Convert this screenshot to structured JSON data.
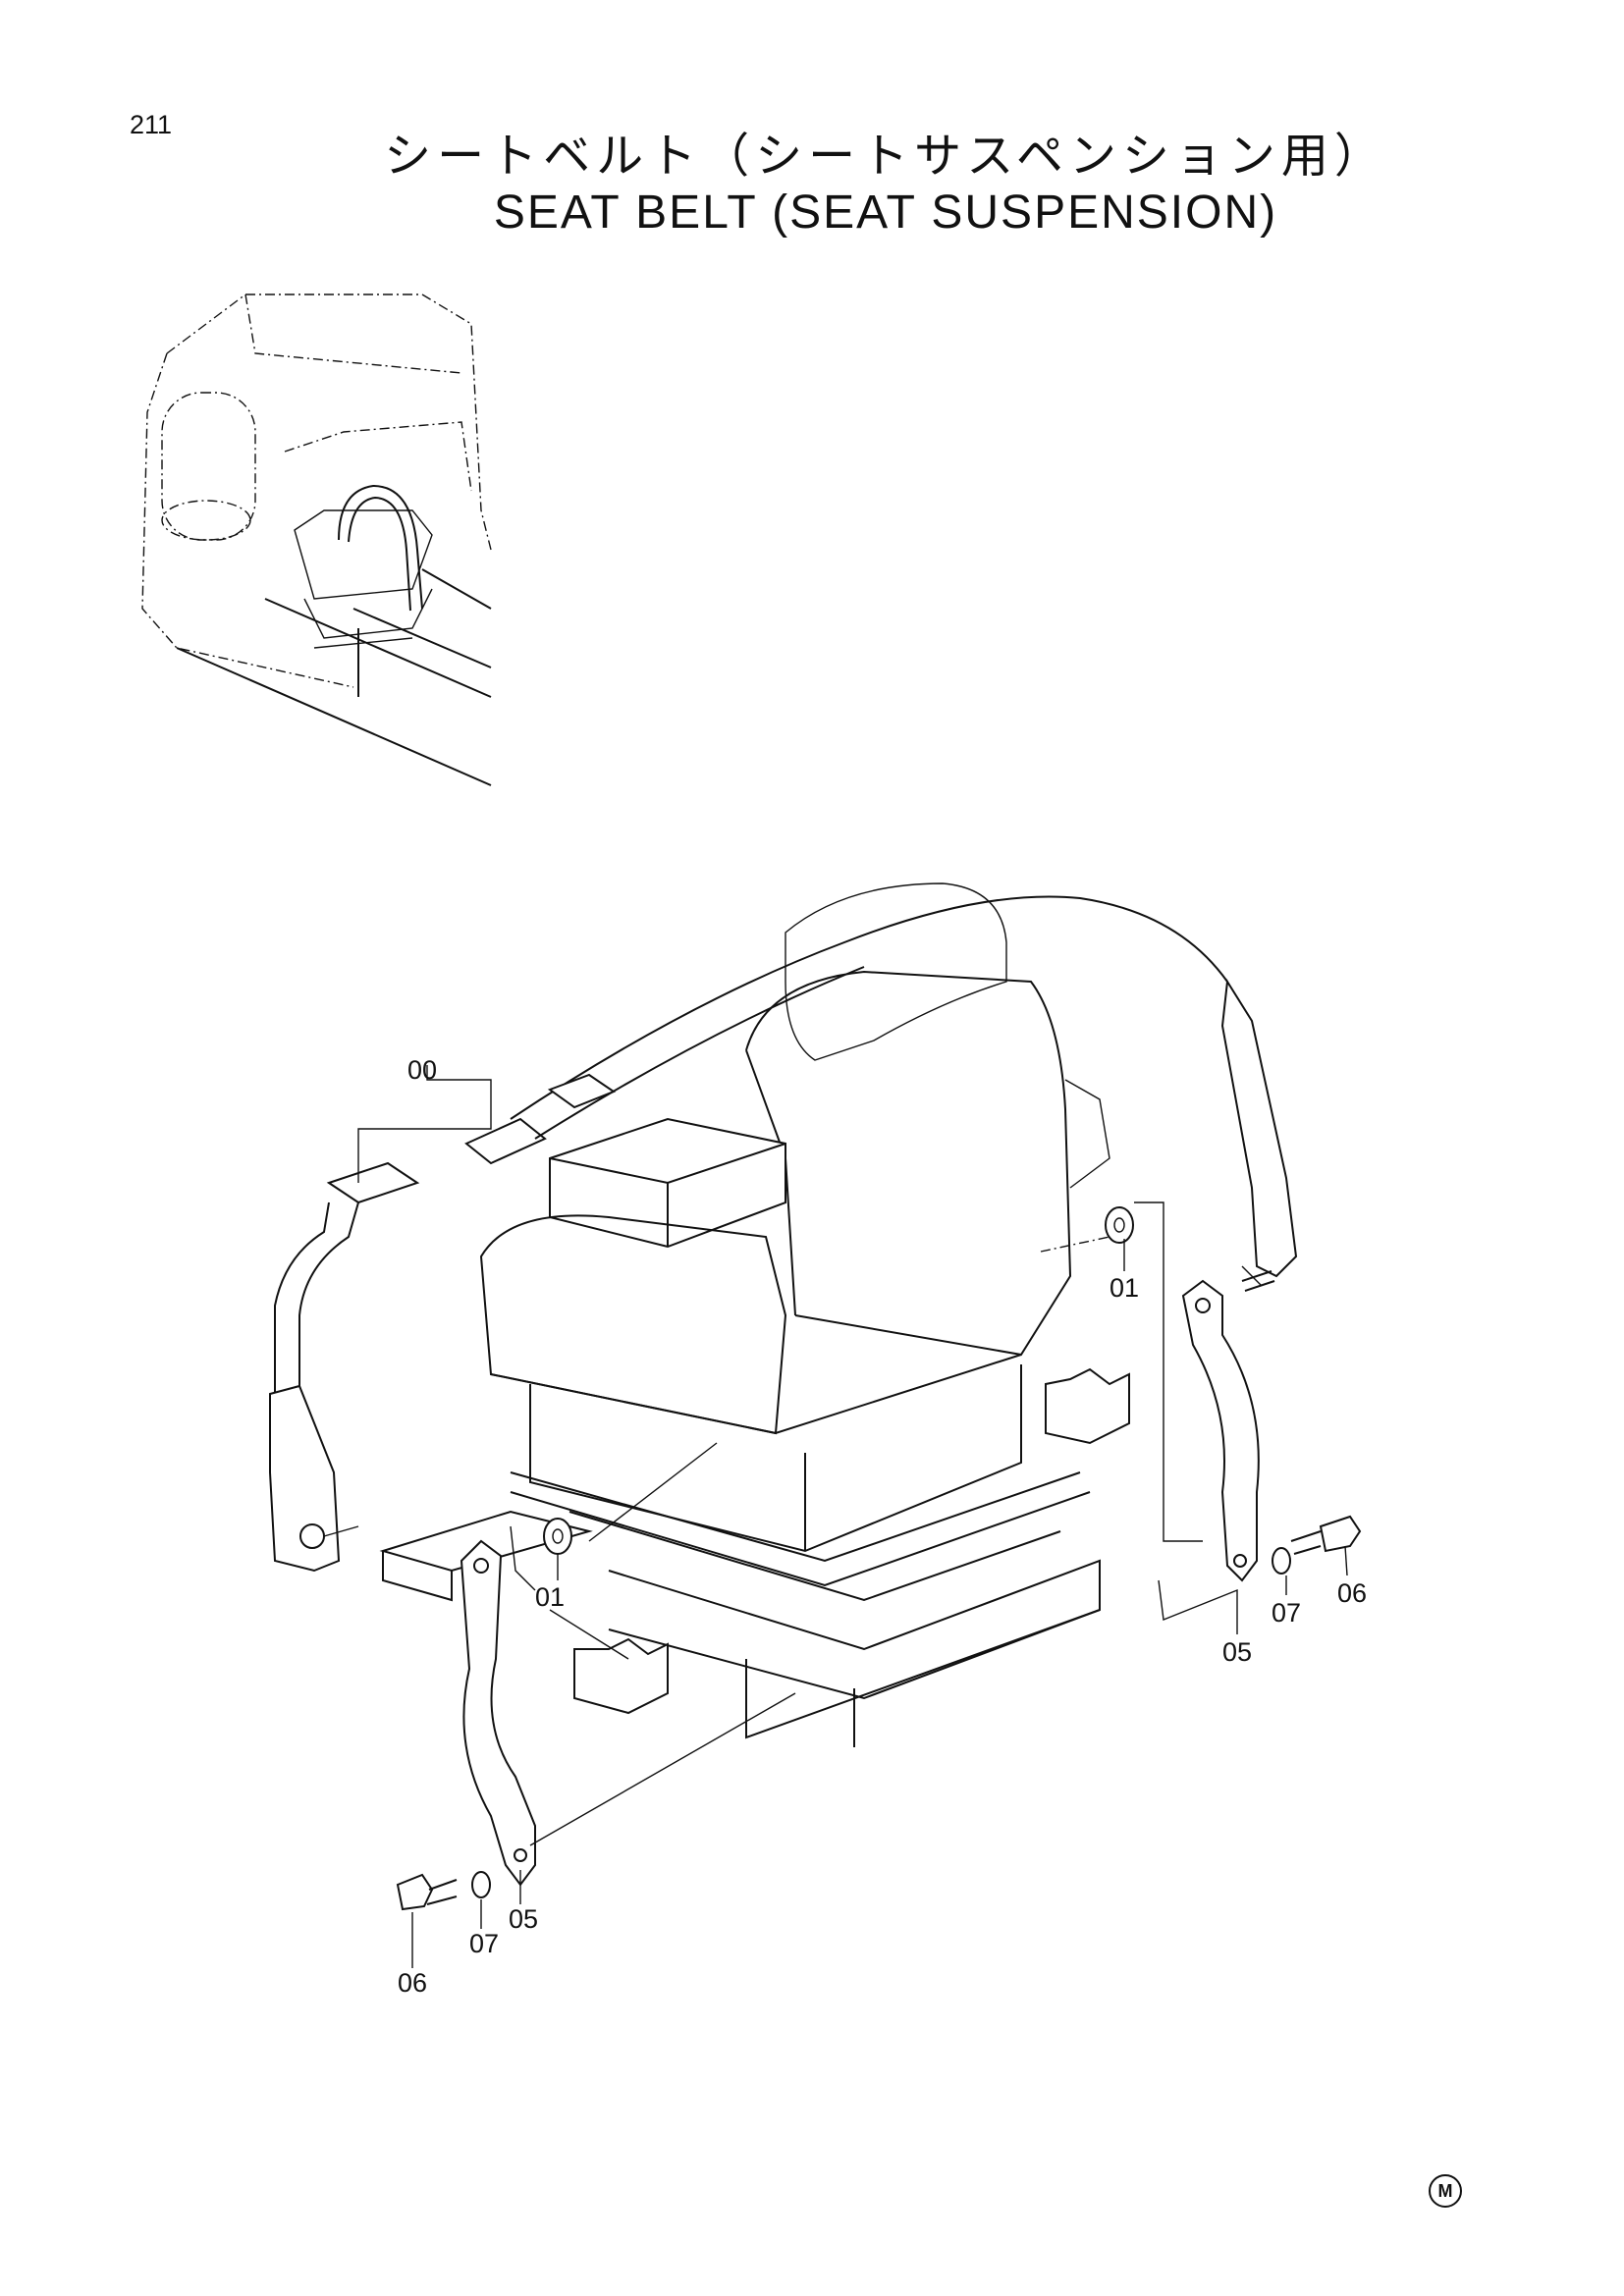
{
  "page_number": "211",
  "title_ja": "シートベルト（シートサスペンション用）",
  "title_en": "SEAT BELT (SEAT SUSPENSION)",
  "callouts": {
    "assembly": "00",
    "spacer_right": "01",
    "spacer_left": "01",
    "bracket_right": "05",
    "bracket_left": "05",
    "washer_right": "07",
    "washer_left": "07",
    "bolt_right": "06",
    "bolt_left": "06"
  },
  "corner_mark": "M"
}
